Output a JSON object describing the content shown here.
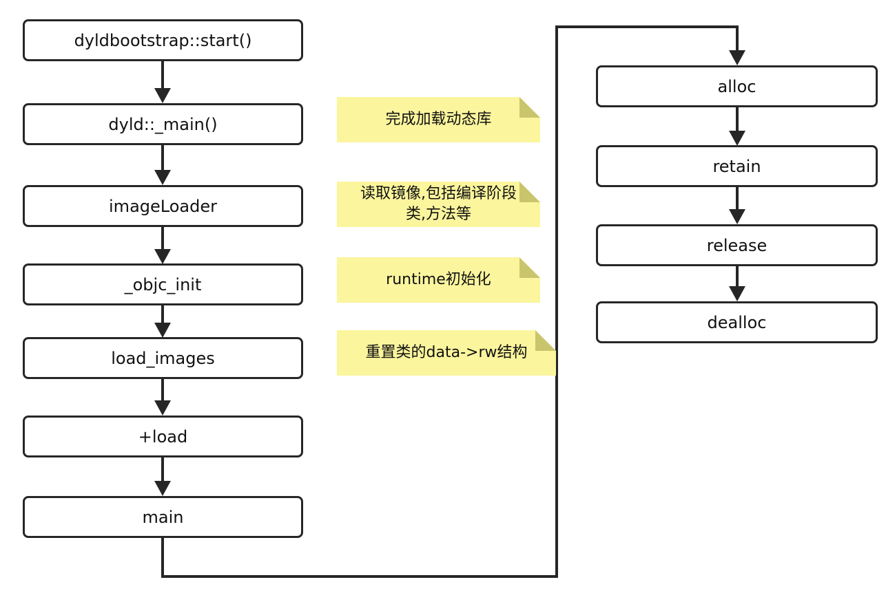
{
  "flow_left": [
    {
      "label": "dyldbootstrap::start()"
    },
    {
      "label": "dyld::_main()"
    },
    {
      "label": "imageLoader"
    },
    {
      "label": "_objc_init"
    },
    {
      "label": "load_images"
    },
    {
      "label": "+load"
    },
    {
      "label": "main"
    }
  ],
  "flow_right": [
    {
      "label": "alloc"
    },
    {
      "label": "retain"
    },
    {
      "label": "release"
    },
    {
      "label": "dealloc"
    }
  ],
  "notes": [
    {
      "text": "完成加载动态库"
    },
    {
      "text": "读取镜像,包括编译阶段\n类,方法等"
    },
    {
      "text": "runtime初始化"
    },
    {
      "text": "重置类的data->rw结构"
    }
  ],
  "colors": {
    "box_border": "#262626",
    "arrow": "#262626",
    "note_fill": "#fbf59d",
    "note_fold": "#c9c56c"
  }
}
